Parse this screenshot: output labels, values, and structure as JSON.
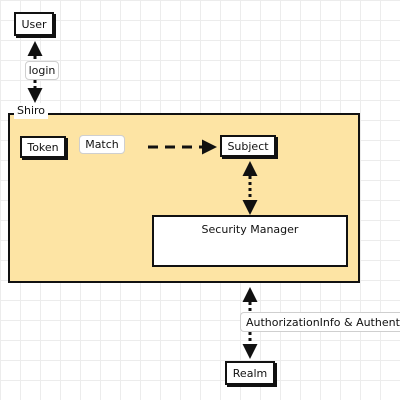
{
  "nodes": {
    "user": "User",
    "shiro": "Shiro",
    "token": "Token",
    "subject": "Subject",
    "security_manager": "Security Manager",
    "realm": "Realm"
  },
  "edges": {
    "login": "login",
    "match": "Match",
    "auth_info": "AuthorizationInfo & AuthenticationInfo"
  },
  "colors": {
    "frame_fill": "#fde4a4",
    "stroke": "#111111",
    "grid": "#ececec"
  }
}
